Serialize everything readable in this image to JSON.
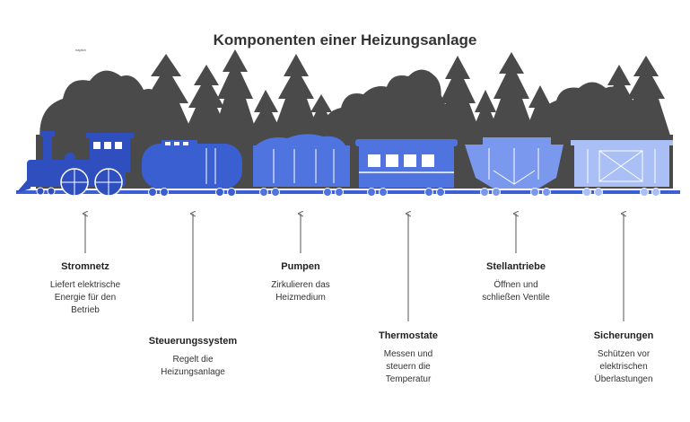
{
  "title": "Komponenten einer Heizungsanlage",
  "logo_text": "napkin",
  "colors": {
    "forest": "#4a4a4a",
    "rail": "#3d5fd6",
    "car_dark": "#3a5fd1",
    "car_mid": "#4f74e0",
    "car_light": "#7a99ee",
    "car_pale": "#a9bff5",
    "arrow": "#555555"
  },
  "components": [
    {
      "title": "Stromnetz",
      "description": "Liefert elektrische\nEnergie für den\nBetrieb"
    },
    {
      "title": "Steuerungssystem",
      "description": "Regelt die\nHeizungsanlage"
    },
    {
      "title": "Pumpen",
      "description": "Zirkulieren das\nHeizmedium"
    },
    {
      "title": "Thermostate",
      "description": "Messen und\nsteuern die\nTemperatur"
    },
    {
      "title": "Stellantriebe",
      "description": "Öffnen und\nschließen Ventile"
    },
    {
      "title": "Sicherungen",
      "description": "Schützen vor\nelektrischen\nÜberlastungen"
    }
  ]
}
